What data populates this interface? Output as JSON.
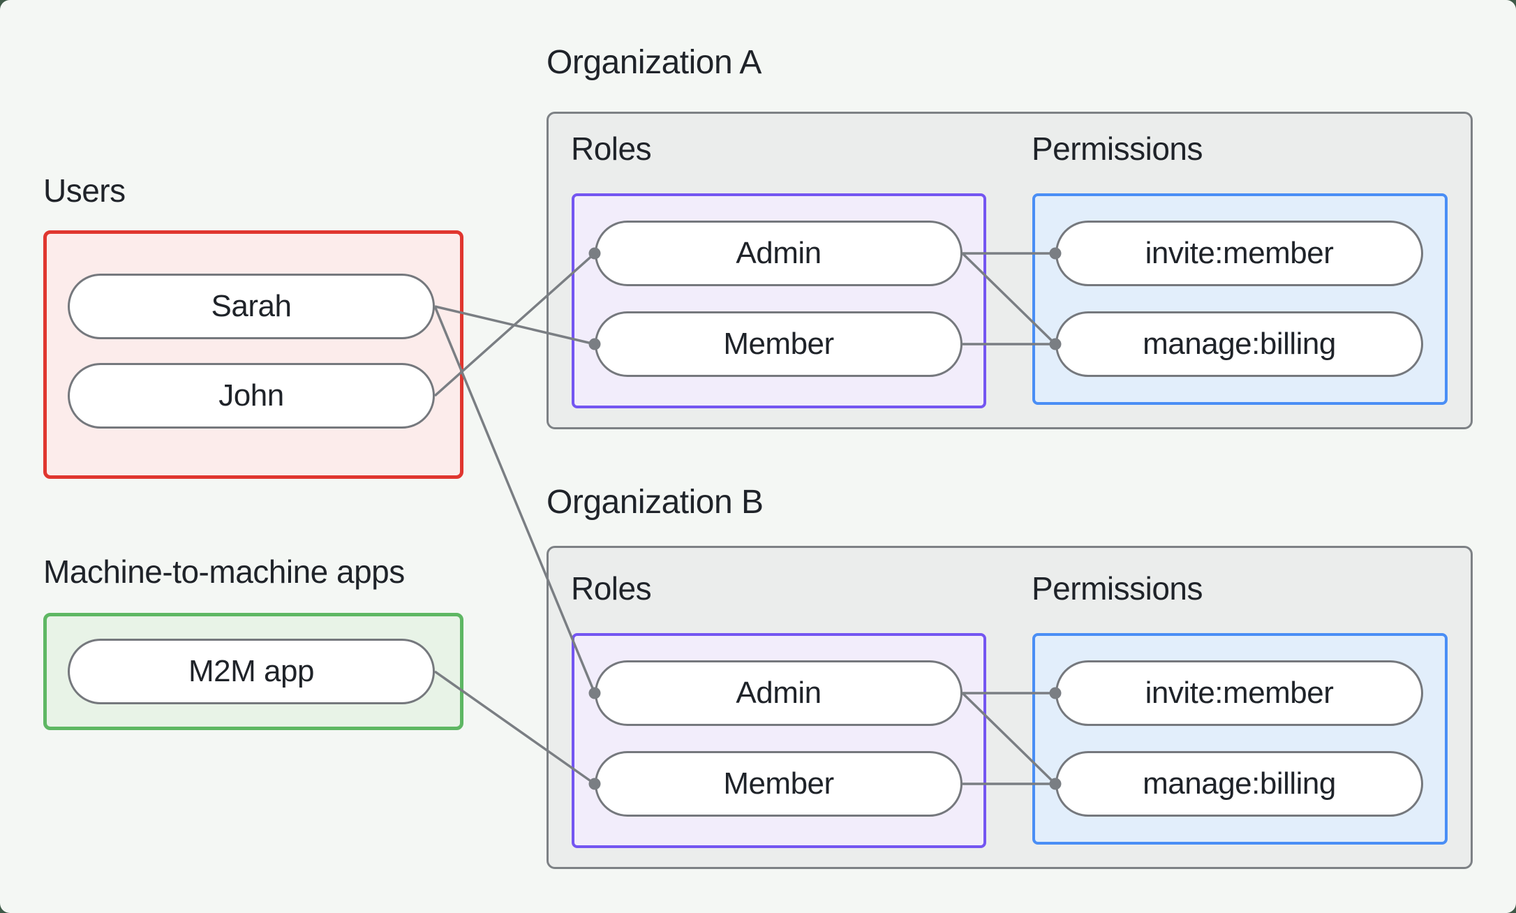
{
  "diagram": {
    "users_section": {
      "label": "Users",
      "users": [
        {
          "id": "sarah",
          "label": "Sarah"
        },
        {
          "id": "john",
          "label": "John"
        }
      ]
    },
    "m2m_section": {
      "label": "Machine-to-machine apps",
      "apps": [
        {
          "id": "m2m",
          "label": "M2M app"
        }
      ]
    },
    "organizations": [
      {
        "id": "orgA",
        "label": "Organization A",
        "roles_label": "Roles",
        "permissions_label": "Permissions",
        "roles": [
          {
            "id": "orgA-admin",
            "label": "Admin"
          },
          {
            "id": "orgA-member",
            "label": "Member"
          }
        ],
        "permissions": [
          {
            "id": "orgA-invite",
            "label": "invite:member"
          },
          {
            "id": "orgA-manage",
            "label": "manage:billing"
          }
        ]
      },
      {
        "id": "orgB",
        "label": "Organization B",
        "roles_label": "Roles",
        "permissions_label": "Permissions",
        "roles": [
          {
            "id": "orgB-admin",
            "label": "Admin"
          },
          {
            "id": "orgB-member",
            "label": "Member"
          }
        ],
        "permissions": [
          {
            "id": "orgB-invite",
            "label": "invite:member"
          },
          {
            "id": "orgB-manage",
            "label": "manage:billing"
          }
        ]
      }
    ],
    "edges": [
      {
        "from": "sarah",
        "to": "orgA-member"
      },
      {
        "from": "john",
        "to": "orgA-admin"
      },
      {
        "from": "sarah",
        "to": "orgB-admin"
      },
      {
        "from": "m2m",
        "to": "orgB-member"
      },
      {
        "from": "orgA-admin",
        "to": "orgA-invite"
      },
      {
        "from": "orgA-admin",
        "to": "orgA-manage"
      },
      {
        "from": "orgA-member",
        "to": "orgA-manage"
      },
      {
        "from": "orgB-admin",
        "to": "orgB-invite"
      },
      {
        "from": "orgB-admin",
        "to": "orgB-manage"
      },
      {
        "from": "orgB-member",
        "to": "orgB-manage"
      }
    ],
    "colors": {
      "background": "#f4f7f4",
      "page_corner": "#3f5a48",
      "users_box_border": "#e0362f",
      "users_box_fill": "#fceceb",
      "m2m_box_border": "#5eb763",
      "m2m_box_fill": "#e8f3e7",
      "org_box_border": "#7d8185",
      "org_box_fill": "#ebedec",
      "roles_box_border": "#7456f1",
      "roles_box_fill": "#f2edfb",
      "permissions_box_border": "#4a8ef5",
      "permissions_box_fill": "#e2eefb",
      "node_border": "#75787d",
      "node_fill": "#ffffff",
      "connector": "#7a7e83",
      "text": "#1f2329"
    }
  }
}
